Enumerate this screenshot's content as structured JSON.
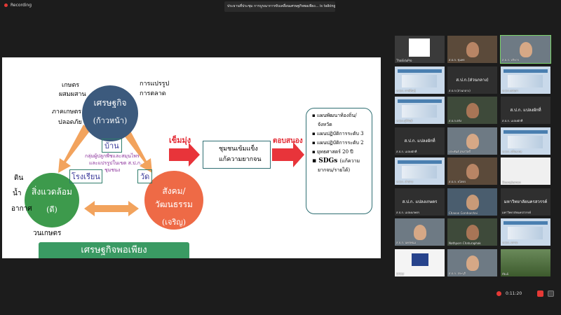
{
  "top": {
    "recording_label": "Recording",
    "talking": "ประธานที่ประชุม การบูรณาการขับเคลื่อนเศรษฐกิจพอเพียง... is talking..."
  },
  "slide": {
    "circle_economy": {
      "l1": "เศรษฐกิจ",
      "l2": "(ก้าวหน้า)"
    },
    "circle_env": {
      "l1": "สิ่งแวดล้อม",
      "l2": "(ดี)"
    },
    "circle_society": {
      "l1": "สังคม/วัฒนธรรม",
      "l2": "(เจริญ)"
    },
    "left_labels": [
      "เกษตร",
      "ผสมผสาน",
      "ภาคเกษตร",
      "ปลอดภัย"
    ],
    "right_labels": [
      "การแปรรูป",
      "การตลาด"
    ],
    "env_labels": [
      "ดิน",
      "น้ำ",
      "อากาศ",
      "วนเกษตร"
    ],
    "home": "บ้าน",
    "school": "โรงเรียน",
    "temple": "วัด",
    "group_text": [
      "กลุ่มผู้ปลูกพืชและสมุนไพร",
      "และแปรรูปในเขต ส.ป.ก.",
      "ชุมชนง"
    ],
    "strengthen": "เข็มมุ่ง",
    "response": "ตอบสนอง",
    "middle_box": [
      "ชุมชนเข้มแข็ง",
      "แก้ความยากจน"
    ],
    "right_box": [
      "แผนพัฒนาท้องถิ่น/",
      "จังหวัด",
      "แผนปฏิบัติการระดับ 3",
      "แผนปฏิบัติการระดับ 2",
      "ยุทธศาสตร์ 20 ปี",
      "SDGs",
      "(แก้ความ",
      "ยากจน/รายได้)"
    ],
    "banner": "เศรษฐกิจพอเพียง"
  },
  "gallery": [
    {
      "name": "ThaiEduPro",
      "kind": "logo"
    },
    {
      "name": "ส.ป.ก. ชุมพร",
      "kind": "person"
    },
    {
      "name": "ส.ป.ก. บริหาร",
      "kind": "person"
    },
    {
      "name": "ส.ป.ก. กาฬสินธุ์",
      "kind": "slide"
    },
    {
      "name": "ส.ป.ก.(ส่วนกลาง)",
      "kind": "label"
    },
    {
      "name": "ส.ป.ก.สงขลา",
      "kind": "slide"
    },
    {
      "name": "ส.ป.ก.บุรีรัมย์",
      "kind": "slide"
    },
    {
      "name": "ส.ป.ก.ตรัง",
      "kind": "person"
    },
    {
      "name": "ส.ป.ก. แปลงผักที่",
      "kind": "label"
    },
    {
      "name": "ส.ป.ก. แปลงผักที่",
      "kind": "label"
    },
    {
      "name": "ประพันธ์ สุขสวัสดิ์",
      "kind": "person"
    },
    {
      "name": "ส.ป.ก. ศรีสะเกษ",
      "kind": "slide"
    },
    {
      "name": "ส.ป.ก. ลำปาง",
      "kind": "slide"
    },
    {
      "name": "ส.ป.ก. ยโสธร",
      "kind": "person"
    },
    {
      "name": "Duangkamon",
      "kind": "sketch"
    },
    {
      "name": "ส.ป.ก. แปลงเกษตร",
      "kind": "label"
    },
    {
      "name": "Chanon Cornhorchai",
      "kind": "person"
    },
    {
      "name": "มหาวิทยาลัยนครสวรรค์",
      "kind": "label"
    },
    {
      "name": "ส.ป.ก. นครพนม",
      "kind": "person"
    },
    {
      "name": "Nathporn Chaturaphak",
      "kind": "person"
    },
    {
      "name": "ส.ป.ก. ตราด",
      "kind": "slide"
    },
    {
      "name": "STOU",
      "kind": "logo2"
    },
    {
      "name": "ส.ป.ก. สระบุรี",
      "kind": "person"
    },
    {
      "name": "Atuli",
      "kind": "photo"
    }
  ],
  "controls": {
    "timer": "0:11:20"
  }
}
